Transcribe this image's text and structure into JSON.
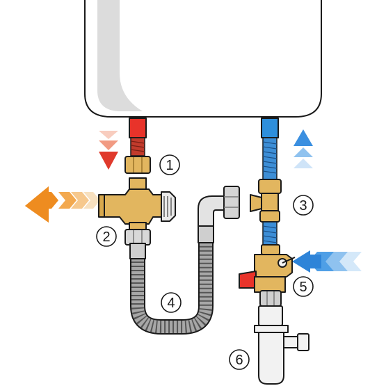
{
  "callouts": [
    {
      "id": "1",
      "label": "1"
    },
    {
      "id": "2",
      "label": "2"
    },
    {
      "id": "3",
      "label": "3"
    },
    {
      "id": "4",
      "label": "4"
    },
    {
      "id": "5",
      "label": "5"
    },
    {
      "id": "6",
      "label": "6"
    }
  ],
  "colors": {
    "hot": "#e8332a",
    "cold": "#2e8fdc",
    "brass": "#e2b65f",
    "mixed_out": "#f0901e",
    "tank_shadow": "#d9d9d9",
    "hose": "#9a9a9a",
    "trap": "#f2f2f2"
  }
}
